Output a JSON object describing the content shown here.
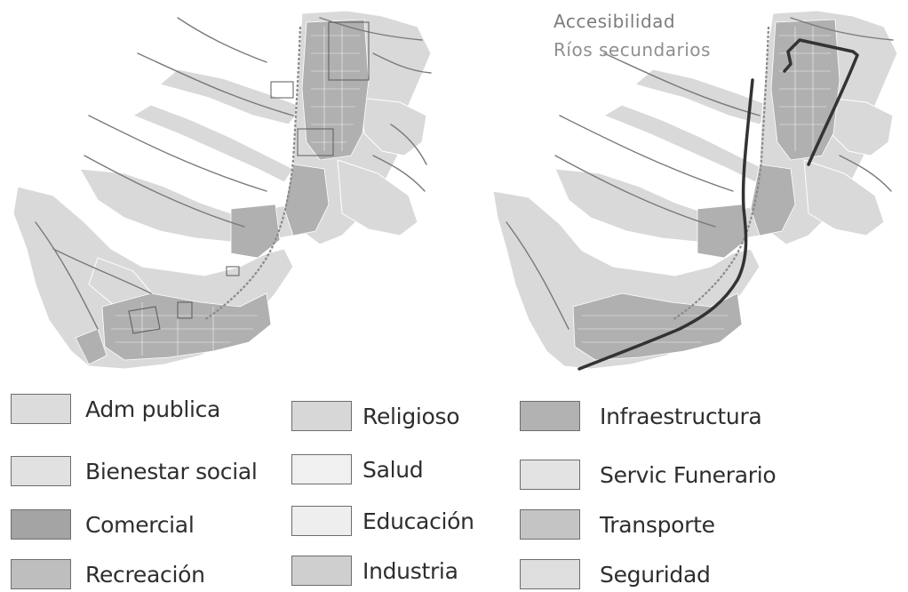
{
  "map_legend_lines": {
    "accessibility": "Accesibilidad",
    "secondary_rivers": "Ríos secundarios"
  },
  "legend": [
    {
      "label": "Adm publica",
      "color": "#dcdcdc"
    },
    {
      "label": "Bienestar social",
      "color": "#e1e1e1"
    },
    {
      "label": "Comercial",
      "color": "#a4a4a4"
    },
    {
      "label": "Recreación",
      "color": "#bebebe"
    },
    {
      "label": "Religioso",
      "color": "#d7d7d7"
    },
    {
      "label": "Salud",
      "color": "#f0f0f0"
    },
    {
      "label": "Educación",
      "color": "#eeeeee"
    },
    {
      "label": "Industria",
      "color": "#cfcfcf"
    },
    {
      "label": "Infraestructura",
      "color": "#b2b2b2"
    },
    {
      "label": "Servic Funerario",
      "color": "#e3e3e3"
    },
    {
      "label": "Transporte",
      "color": "#c4c4c4"
    },
    {
      "label": "Seguridad",
      "color": "#dedede"
    }
  ],
  "colors": {
    "land": "#d6d6d6",
    "dense_urban": "#b4b4b4",
    "river_line": "#6e6e6e",
    "road_line": "#3a3a3a"
  }
}
